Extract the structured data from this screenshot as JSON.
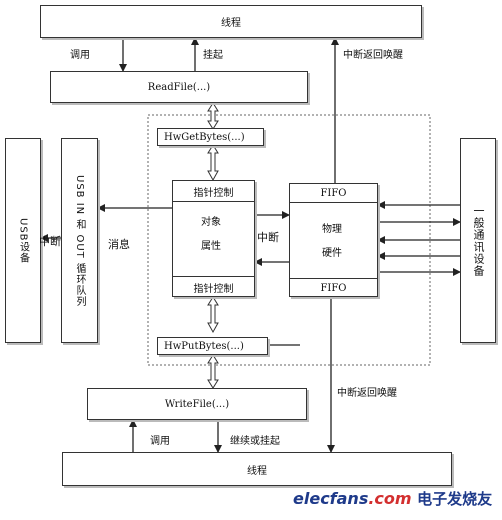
{
  "top_thread": "线程",
  "bottom_thread": "线程",
  "readfile": "ReadFile(...)",
  "writefile": "WriteFile(...)",
  "hwget": "HwGetBytes(...)",
  "hwput": "HwPutBytes(...)",
  "usb_device": "USB设备",
  "usb_queue": "USB IN 和 OUT 循环队列",
  "general_device": "一般通讯设备",
  "ptr_ctrl_top": "指针控制",
  "object": "对象",
  "attribute": "属性",
  "ptr_ctrl_bottom": "指针控制",
  "fifo_top": "FIFO",
  "fifo_bottom": "FIFO",
  "physical": "物理",
  "hardware": "硬件",
  "lbl_call_top": "调用",
  "lbl_suspend": "挂起",
  "lbl_int_wake_top": "中断返回唤醒",
  "lbl_int_left": "中断",
  "lbl_msg": "消息",
  "lbl_int_mid": "中断",
  "lbl_int_wake_bottom": "中断返回唤醒",
  "lbl_call_bottom": "调用",
  "lbl_resume": "继续或挂起",
  "watermark_brand": "elecfans",
  "watermark_dotcom": ".com",
  "watermark_cn": "电子发烧友",
  "colors": {
    "stroke": "#333333",
    "brand": "#1e3a8a",
    "accent": "#d32f2f"
  }
}
